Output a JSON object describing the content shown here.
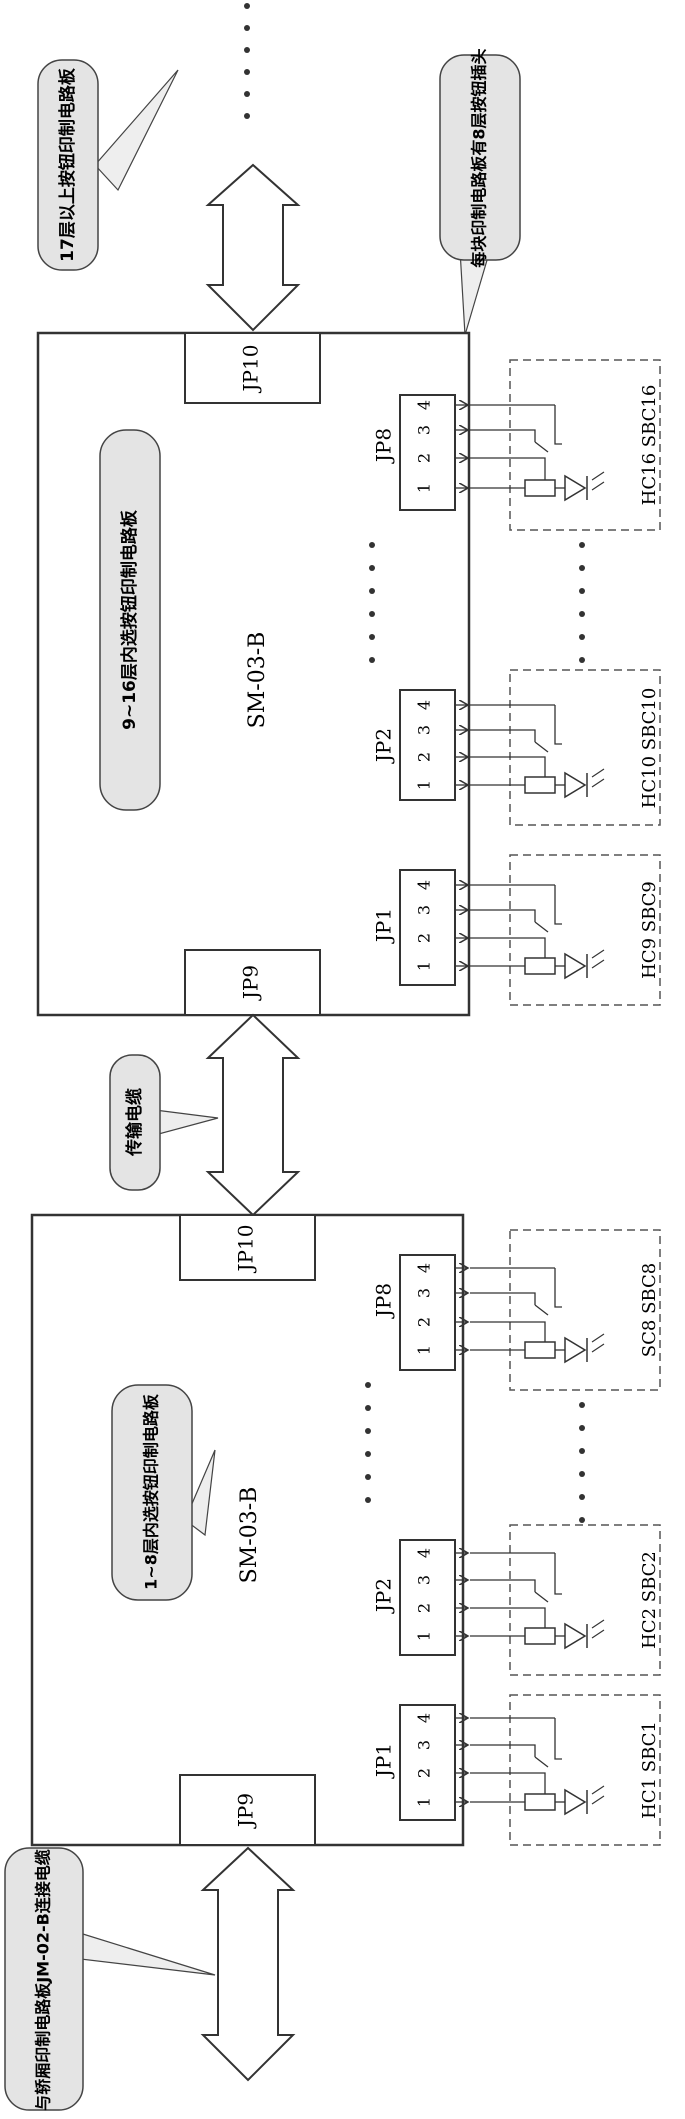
{
  "callouts": {
    "above_17": "17层以上按钮印制电路板",
    "each_board": "每块印制电路板有8层按钮插头",
    "board2_name": "9~16层内选按钮印制电路板",
    "cable": "传输电缆",
    "board1_name": "1~8层内选按钮印制电路板",
    "car_link": "与轿厢印制电路板JM-02-B连接电缆"
  },
  "boards": [
    {
      "model": "SM-03-B",
      "bus_top": "JP10",
      "bus_bottom": "JP9",
      "connectors": [
        {
          "label": "JP1",
          "pins": [
            "1",
            "2",
            "3",
            "4"
          ],
          "group": "HC1 SBC1"
        },
        {
          "label": "JP2",
          "pins": [
            "1",
            "2",
            "3",
            "4"
          ],
          "group": "HC2 SBC2"
        },
        {
          "label": "JP8",
          "pins": [
            "1",
            "2",
            "3",
            "4"
          ],
          "group": "SC8 SBC8"
        }
      ]
    },
    {
      "model": "SM-03-B",
      "bus_top": "JP10",
      "bus_bottom": "JP9",
      "connectors": [
        {
          "label": "JP1",
          "pins": [
            "1",
            "2",
            "3",
            "4"
          ],
          "group": "HC9 SBC9"
        },
        {
          "label": "JP2",
          "pins": [
            "1",
            "2",
            "3",
            "4"
          ],
          "group": "HC10 SBC10"
        },
        {
          "label": "JP8",
          "pins": [
            "1",
            "2",
            "3",
            "4"
          ],
          "group": "HC16 SBC16"
        }
      ]
    }
  ]
}
